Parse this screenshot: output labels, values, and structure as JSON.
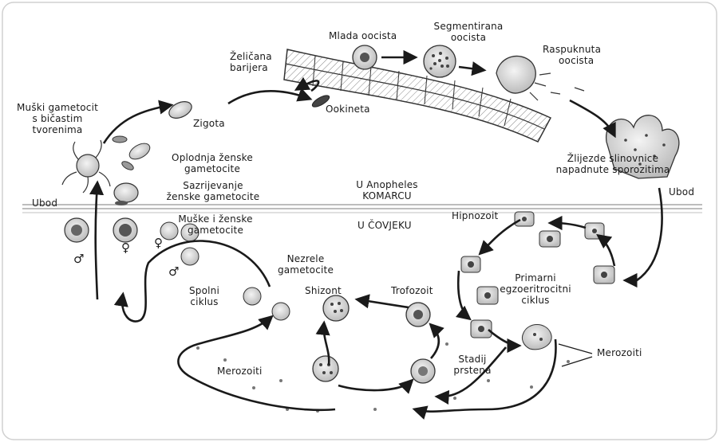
{
  "labels": {
    "mlada_oocista": "Mlada oocista",
    "segmentirana_l1": "Segmentirana",
    "segmentirana_l2": "oocista",
    "raspuknuta_l1": "Raspuknuta",
    "raspuknuta_l2": "oocista",
    "zelicana_l1": "Želičana",
    "zelicana_l2": "barijera",
    "ookineta": "Ookineta",
    "zigota": "Zigota",
    "muski_l1": "Muški gametocit",
    "muski_l2": "s bičastim",
    "muski_l3": "tvorenima",
    "oplodnja_l1": "Oplodnja ženske",
    "oplodnja_l2": "gametocite",
    "sazrijevanje_l1": "Sazrijevanje",
    "sazrijevanje_l2": "ženske gametocite",
    "muske_zenske_l1": "Muške i ženske",
    "muske_zenske_l2": "gametocite",
    "zlijezde_l1": "Žlijezde slinovnice",
    "zlijezde_l2": "napadnute sporozitima",
    "anopheles_l1": "U Anopheles",
    "anopheles_l2": "KOMARCU",
    "covjeku": "U ČOVJEKU",
    "ubod_left": "Ubod",
    "ubod_right": "Ubod",
    "hipnozoit": "Hipnozoit",
    "primarni_l1": "Primarni",
    "primarni_l2": "egzoeritrocitni",
    "primarni_l3": "ciklus",
    "nezrele_l1": "Nezrele",
    "nezrele_l2": "gametocite",
    "spolni_l1": "Spolni",
    "spolni_l2": "ciklus",
    "shizont": "Shizont",
    "trofozoit": "Trofozoit",
    "stadij_l1": "Stadij",
    "stadij_l2": "prstena",
    "merozoiti_left": "Merozoiti",
    "merozoiti_right": "Merozoiti",
    "male_symbol": "♂",
    "female_symbol": "♀"
  },
  "colors": {
    "line": "#1a1a1a",
    "cell_fill": "#e6e6e6",
    "cell_dark": "#555555",
    "divider": "#bdbdbd",
    "frame": "#d0d0d0"
  }
}
